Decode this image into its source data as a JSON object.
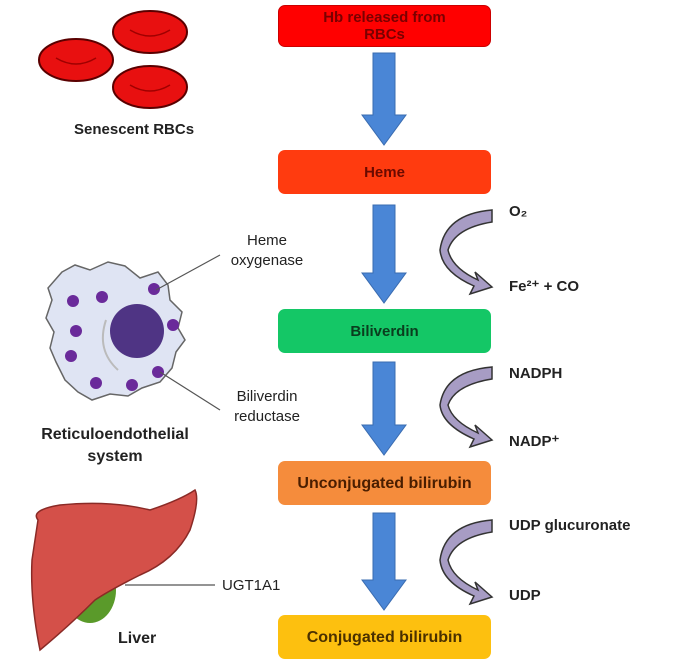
{
  "pathway": {
    "steps": [
      {
        "label": "Hb released from RBCs",
        "line1": "Hb released from",
        "line2": "RBCs",
        "color": "#ff0000",
        "text_color": "#7a0000"
      },
      {
        "label": "Heme",
        "color": "#ff3b0f",
        "text_color": "#6a0a00"
      },
      {
        "label": "Biliverdin",
        "color": "#14c766",
        "text_color": "#0a3d1e"
      },
      {
        "label": "Unconjugated bilirubin",
        "color": "#f58c3c",
        "text_color": "#4a1e00"
      },
      {
        "label": "Conjugated bilirubin",
        "color": "#fdc00f",
        "text_color": "#4a3000"
      }
    ],
    "reactions": [
      {
        "input": "O₂",
        "output": "Fe²⁺ + CO"
      },
      {
        "input": "NADPH",
        "output": "NADP⁺"
      },
      {
        "input": "UDP glucuronate",
        "output": "UDP"
      }
    ],
    "enzymes": {
      "heme_oxygenase_1": "Heme",
      "heme_oxygenase_2": "oxygenase",
      "biliverdin_reductase_1": "Biliverdin",
      "biliverdin_reductase_2": "reductase",
      "ugt": "UGT1A1"
    },
    "sources": {
      "rbcs": "Senescent RBCs",
      "res_1": "Reticuloendothelial",
      "res_2": "system",
      "liver": "Liver"
    }
  },
  "colors": {
    "flow_arrow": "#4a86d6",
    "reaction_arrow": "#a79cc4",
    "rbc": "#ee1111",
    "cell": "#dde3f2",
    "granule": "#6a2a9a",
    "nucleus": "#4f3484",
    "liver": "#d45049",
    "gallbladder": "#5a9a2a"
  }
}
